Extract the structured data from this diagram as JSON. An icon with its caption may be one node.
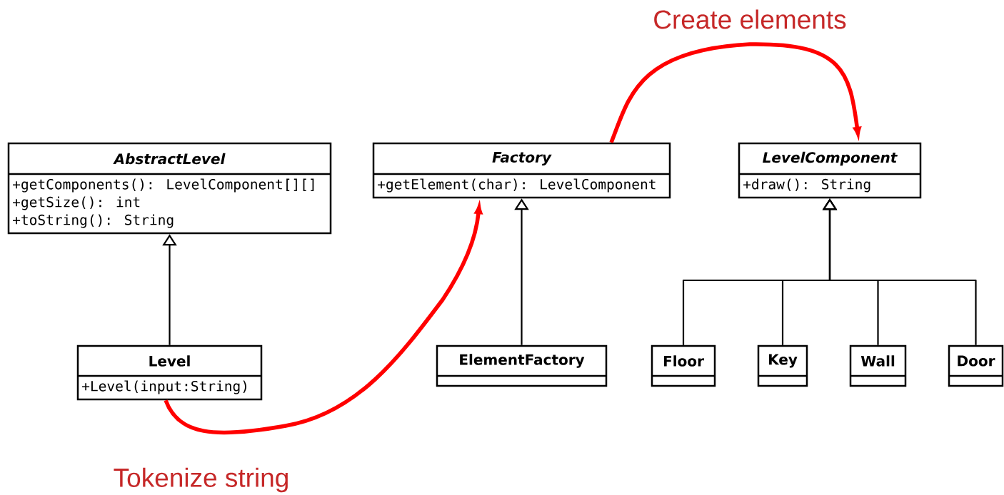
{
  "diagram": {
    "nodes": [
      {
        "text": [
          "AbstractLevel",
          "+getComponents(): LevelComponent[][]",
          "+getSize(): int",
          "+toString(): String"
        ]
      },
      {
        "text": [
          "Factory",
          "+getElement(char): LevelComponent"
        ]
      },
      {
        "text": [
          "LevelComponent",
          "+draw(): String"
        ]
      },
      {
        "text": [
          "Level",
          "+Level(input:String)"
        ]
      },
      {
        "text": [
          "ElementFactory"
        ]
      },
      {
        "text": [
          "Floor"
        ]
      },
      {
        "text": [
          "Key"
        ]
      },
      {
        "text": [
          "Wall"
        ]
      },
      {
        "text": [
          "Door"
        ]
      }
    ],
    "edges": [
      {
        "from": 3,
        "to": 0,
        "arrow": "to"
      },
      {
        "from": 4,
        "to": 1,
        "arrow": "to"
      },
      {
        "from": 5,
        "to": 2,
        "arrow": "to"
      },
      {
        "from": 6,
        "to": 2,
        "arrow": "to"
      },
      {
        "from": 7,
        "to": 2,
        "arrow": "to"
      },
      {
        "from": 8,
        "to": 2,
        "arrow": "to"
      },
      {
        "from": 3,
        "to": 1,
        "arrow": "to",
        "label": "Tokenize string",
        "style": "thick",
        "color": "#ff0000"
      },
      {
        "from": 1,
        "to": 2,
        "arrow": "to",
        "label": "Create elements",
        "style": "thick",
        "color": "#ff0000"
      }
    ]
  }
}
